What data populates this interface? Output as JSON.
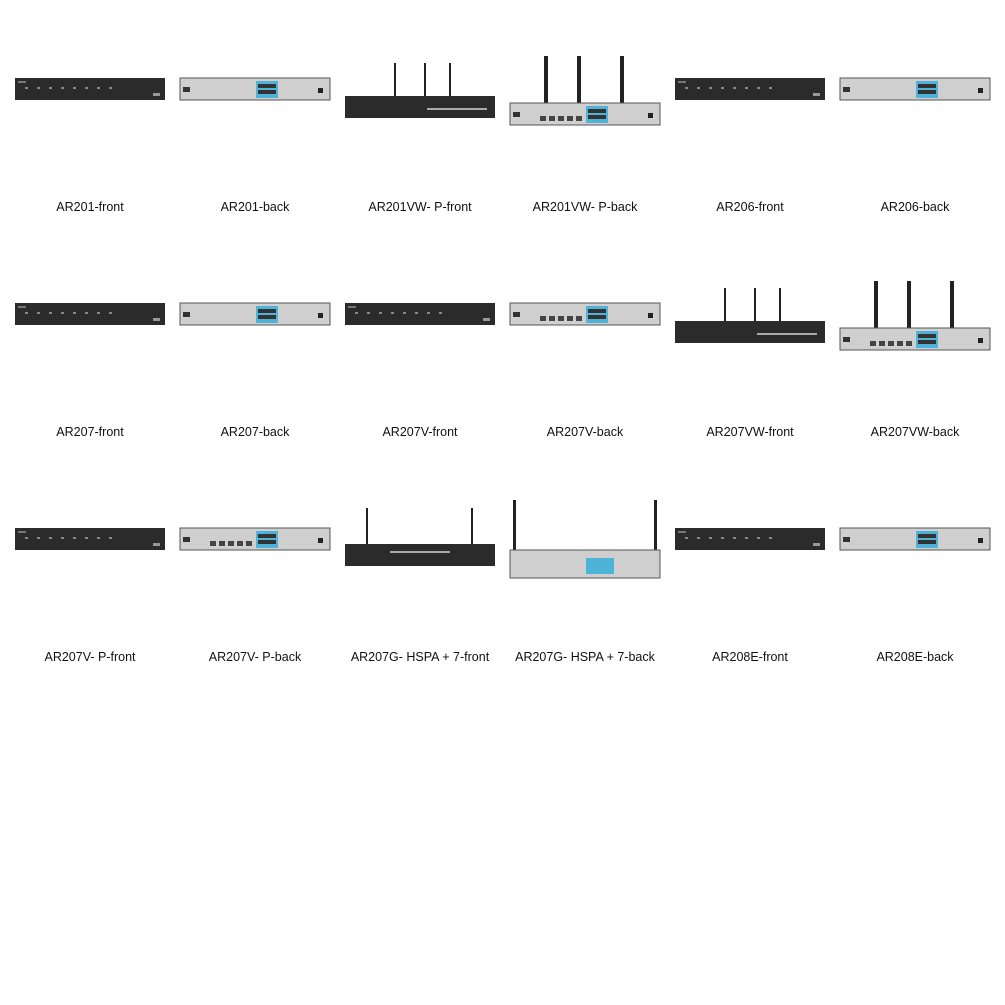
{
  "stencils": [
    {
      "label": "AR201-front",
      "device": "slim-dark-front"
    },
    {
      "label": "AR201-back",
      "device": "slim-grey-back"
    },
    {
      "label": "AR201VW- P-front",
      "device": "antenna3-dark-front"
    },
    {
      "label": "AR201VW- P-back",
      "device": "antenna3-grey-back"
    },
    {
      "label": "AR206-front",
      "device": "slim-dark-front"
    },
    {
      "label": "AR206-back",
      "device": "slim-grey-back"
    },
    {
      "label": "AR207-front",
      "device": "slim-dark-front"
    },
    {
      "label": "AR207-back",
      "device": "slim-grey-back"
    },
    {
      "label": "AR207V-front",
      "device": "slim-dark-front"
    },
    {
      "label": "AR207V-back",
      "device": "slim-grey-back-ports"
    },
    {
      "label": "AR207VW-front",
      "device": "antenna3-dark-front"
    },
    {
      "label": "AR207VW-back",
      "device": "antenna3-grey-back"
    },
    {
      "label": "AR207V- P-front",
      "device": "slim-dark-front"
    },
    {
      "label": "AR207V- P-back",
      "device": "slim-grey-back-ports"
    },
    {
      "label": "AR207G- HSPA + 7-front",
      "device": "antenna2-dark-front"
    },
    {
      "label": "AR207G- HSPA + 7-back",
      "device": "antenna2-grey-back"
    },
    {
      "label": "AR208E-front",
      "device": "slim-dark-front"
    },
    {
      "label": "AR208E-back",
      "device": "slim-grey-back"
    }
  ],
  "colors": {
    "dark_body": "#2b2b2b",
    "grey_body": "#cfcfcf",
    "port_blue": "#4fb3d9",
    "antenna": "#222222"
  }
}
